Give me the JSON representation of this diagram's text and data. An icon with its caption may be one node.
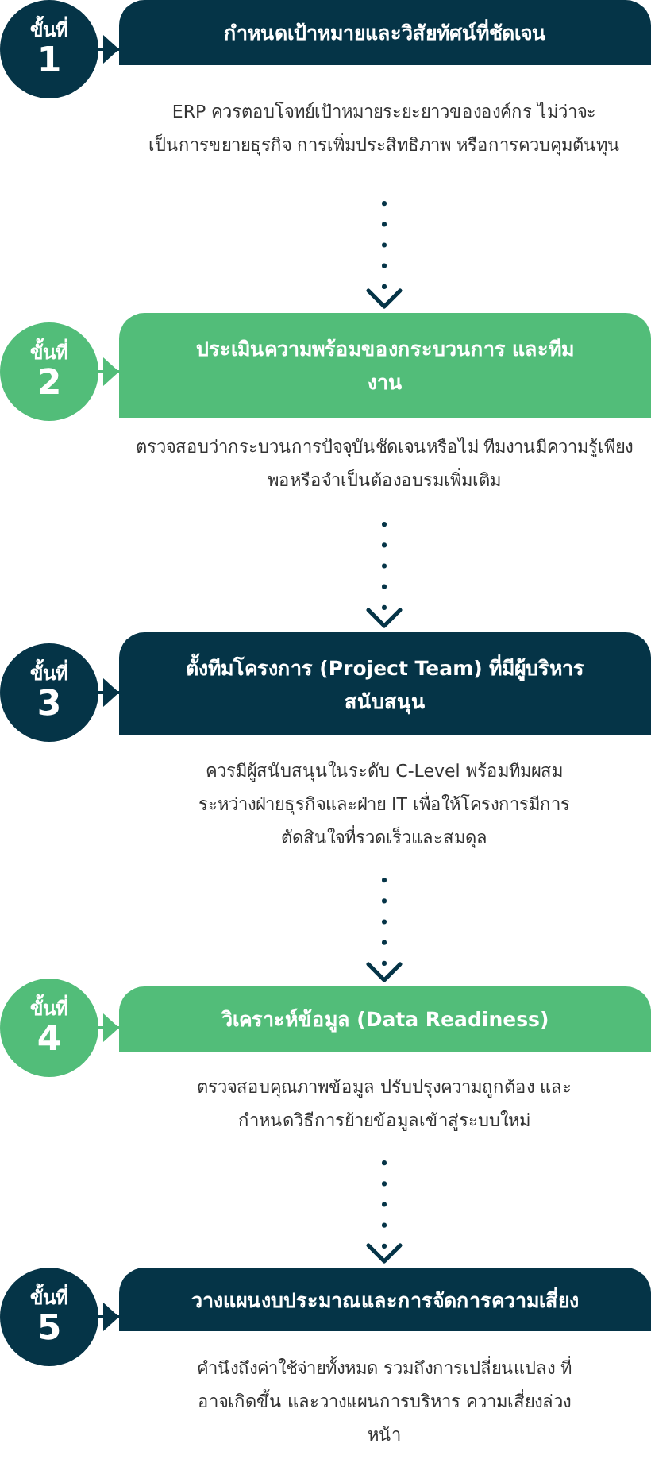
{
  "diagram": {
    "nodes": [
      {
        "text": [
          "ขั้นที่",
          "1"
        ]
      },
      {
        "text": [
          "กำหนดเป้าหมายและวิสัยทัศน์ที่ชัดเจน"
        ]
      },
      {
        "text": [
          "ERP ควรตอบโจทย์เป้าหมายระยะยาวขององค์กร ไม่ว่าจะเป็นการขยายธุรกิจ การเพิ่มประสิทธิภาพ หรือการควบคุมต้นทุน"
        ]
      },
      {
        "text": [
          "ขั้นที่",
          "2"
        ]
      },
      {
        "text": [
          "ประเมินความพร้อมของกระบวนการ และทีมงาน"
        ]
      },
      {
        "text": [
          "ตรวจสอบว่ากระบวนการปัจจุบันชัดเจนหรือไม่ ทีมงานมีความรู้เพียงพอหรือจำเป็นต้องอบรมเพิ่มเติม"
        ]
      },
      {
        "text": [
          "ขั้นที่",
          "3"
        ]
      },
      {
        "text": [
          "ตั้งทีมโครงการ (Project Team) ที่มีผู้บริหารสนับสนุน"
        ]
      },
      {
        "text": [
          "ควรมีผู้สนับสนุนในระดับ C-Level พร้อมทีมผสมระหว่างฝ่ายธุรกิจและฝ่าย IT เพื่อให้โครงการมีการตัดสินใจที่รวดเร็วและสมดุล"
        ]
      },
      {
        "text": [
          "ขั้นที่",
          "4"
        ]
      },
      {
        "text": [
          "วิเคราะห์ข้อมูล (Data Readiness)"
        ]
      },
      {
        "text": [
          "ตรวจสอบคุณภาพข้อมูล ปรับปรุงความถูกต้อง และกำหนดวิธีการย้ายข้อมูลเข้าสู่ระบบใหม่"
        ]
      },
      {
        "text": [
          "ขั้นที่",
          "5"
        ]
      },
      {
        "text": [
          "วางแผนงบประมาณและการจัดการความเสี่ยง"
        ]
      },
      {
        "text": [
          "คำนึงถึงค่าใช้จ่ายทั้งหมด รวมถึงการเปลี่ยนแปลง ที่อาจเกิดขึ้น และวางแผนการบริหาร ความเสี่ยงล่วงหน้า"
        ]
      }
    ],
    "edges": [
      {
        "from": 0,
        "to": 1,
        "arrow": "to"
      },
      {
        "from": 2,
        "to": 4,
        "arrow": "to",
        "style": "dashed"
      },
      {
        "from": 3,
        "to": 4,
        "arrow": "to",
        "color": "#52bd79"
      },
      {
        "from": 5,
        "to": 7,
        "arrow": "to",
        "style": "dashed"
      },
      {
        "from": 6,
        "to": 7,
        "arrow": "to"
      },
      {
        "from": 8,
        "to": 10,
        "arrow": "to",
        "style": "dashed"
      },
      {
        "from": 9,
        "to": 10,
        "arrow": "to",
        "color": "#52bd79"
      },
      {
        "from": 11,
        "to": 13,
        "arrow": "to",
        "style": "dashed"
      },
      {
        "from": 12,
        "to": 13,
        "arrow": "to"
      }
    ]
  }
}
